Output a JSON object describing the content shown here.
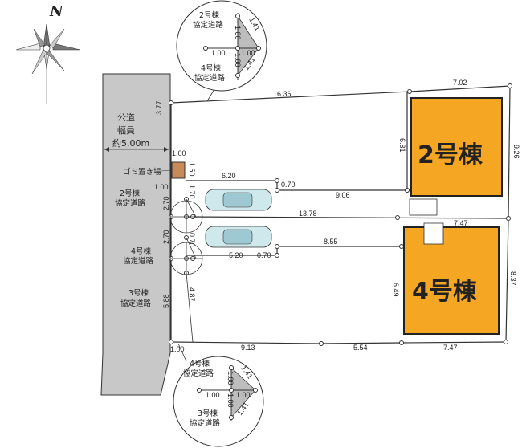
{
  "colors": {
    "building": "#f5a623",
    "building_border": "#222222",
    "road": "#c8c8c8",
    "trash": "#c98a5a",
    "car": "#cfe8ec",
    "triangle": "#bdbdbd",
    "line": "#333333"
  },
  "compass": {
    "label": "N",
    "icon": "compass-rose-icon"
  },
  "road": {
    "line1": "公道",
    "line2": "幅員",
    "line3": "約5.00m"
  },
  "buildings": {
    "b2": {
      "label": "2号棟"
    },
    "b4": {
      "label": "4号棟"
    }
  },
  "labels": {
    "trash": "ゴミ置き場",
    "agreement2_a": "2号棟",
    "agreement2_b": "協定道路",
    "agreement4_a": "4号棟",
    "agreement4_b": "協定道路",
    "agreement3_a": "3号棟",
    "agreement3_b": "協定道路"
  },
  "inset_top": {
    "top_a": "2号棟",
    "top_b": "協定道路",
    "bot_a": "4号棟",
    "bot_b": "協定道路",
    "d1": "1.00",
    "d2": "1.00",
    "d3": "1.00",
    "d4": "1.00",
    "d5": "1.41",
    "d6": "1.41"
  },
  "inset_bottom": {
    "top_a": "4号棟",
    "top_b": "協定道路",
    "bot_a": "3号棟",
    "bot_b": "協定道路",
    "d1": "1.00",
    "d2": "1.00",
    "d3": "1.00",
    "d4": "1.00",
    "d5": "1.41",
    "d6": "1.41"
  },
  "dimensions": {
    "top_lot": "16.36",
    "top_building": "7.02",
    "right_2": "9.26",
    "left_top": "3.77",
    "trash_w": "1.00",
    "trash_h": "1.50",
    "trash_bot": "1.00",
    "b2_left": "6.81",
    "drive_top_620": "6.20",
    "drive_top_070": "0.70",
    "drive_top_906": "9.06",
    "mid_1378": "13.78",
    "mid_747": "7.47",
    "v_170": "1.70",
    "v_270a": "2.70",
    "v_270b": "2.70",
    "v_070": "0.70",
    "drive_855": "8.55",
    "drive_520": "5.20",
    "drive_070b": "0.70",
    "b4_left": "6.49",
    "right_4": "8.37",
    "v_487": "4.87",
    "v_588": "5.88",
    "bot_100": "1.00",
    "bot_913": "9.13",
    "bot_554": "5.54",
    "bot_747": "7.47"
  }
}
